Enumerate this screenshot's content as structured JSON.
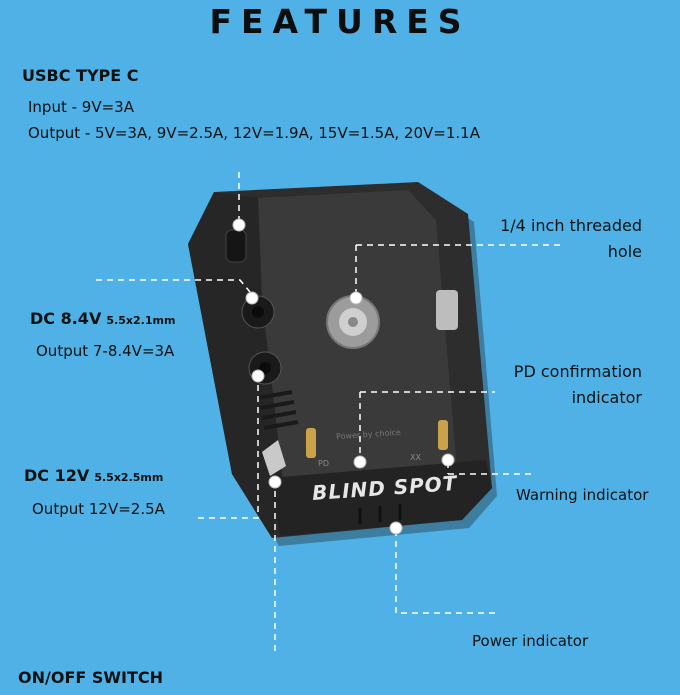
{
  "title": "FEATURES",
  "usbc": {
    "heading": "USBC TYPE C",
    "input": "Input - 9V=3A",
    "output": "Output - 5V=3A, 9V=2.5A, 12V=1.9A, 15V=1.5A, 20V=1.1A"
  },
  "threaded": {
    "line1": "1/4 inch threaded",
    "line2": "hole"
  },
  "dc84": {
    "heading": "DC 8.4V",
    "spec": "5.5x2.1mm",
    "output": "Output 7-8.4V=3A"
  },
  "pd": {
    "line1": "PD confirmation",
    "line2": "indicator"
  },
  "dc12": {
    "heading": "DC 12V",
    "spec": "5.5x2.5mm",
    "output": "Output 12V=2.5A"
  },
  "warning": "Warning indicator",
  "power": "Power indicator",
  "switch": "ON/OFF SWITCH",
  "device": {
    "brand": "BLIND SPOT",
    "plate_text": "Power by choice",
    "pd_label": "PD",
    "xx_label": "XX"
  },
  "colors": {
    "background": "#4fb1e6",
    "device_body": "#2b2b2b",
    "leader_line": "#ffffff",
    "brass": "#c9a24a"
  }
}
